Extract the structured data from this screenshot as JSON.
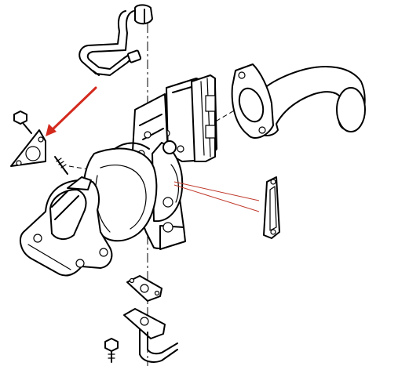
{
  "diagram": {
    "colors": {
      "line": "#000000",
      "background": "#ffffff",
      "pointer_arrow": "#d42a1e",
      "callout_lines": "#c0392b"
    },
    "parts": [
      "oil-feed-pipe",
      "banjo-union",
      "turbocharger-housing",
      "actuator-assembly",
      "outlet-flange",
      "intake-elbow-pipe",
      "exhaust-manifold-flange",
      "flange-gasket",
      "flange-bolt",
      "flange-stud",
      "outlet-gasket",
      "oil-return-gasket",
      "oil-return-pipe",
      "return-pipe-bolt"
    ]
  }
}
